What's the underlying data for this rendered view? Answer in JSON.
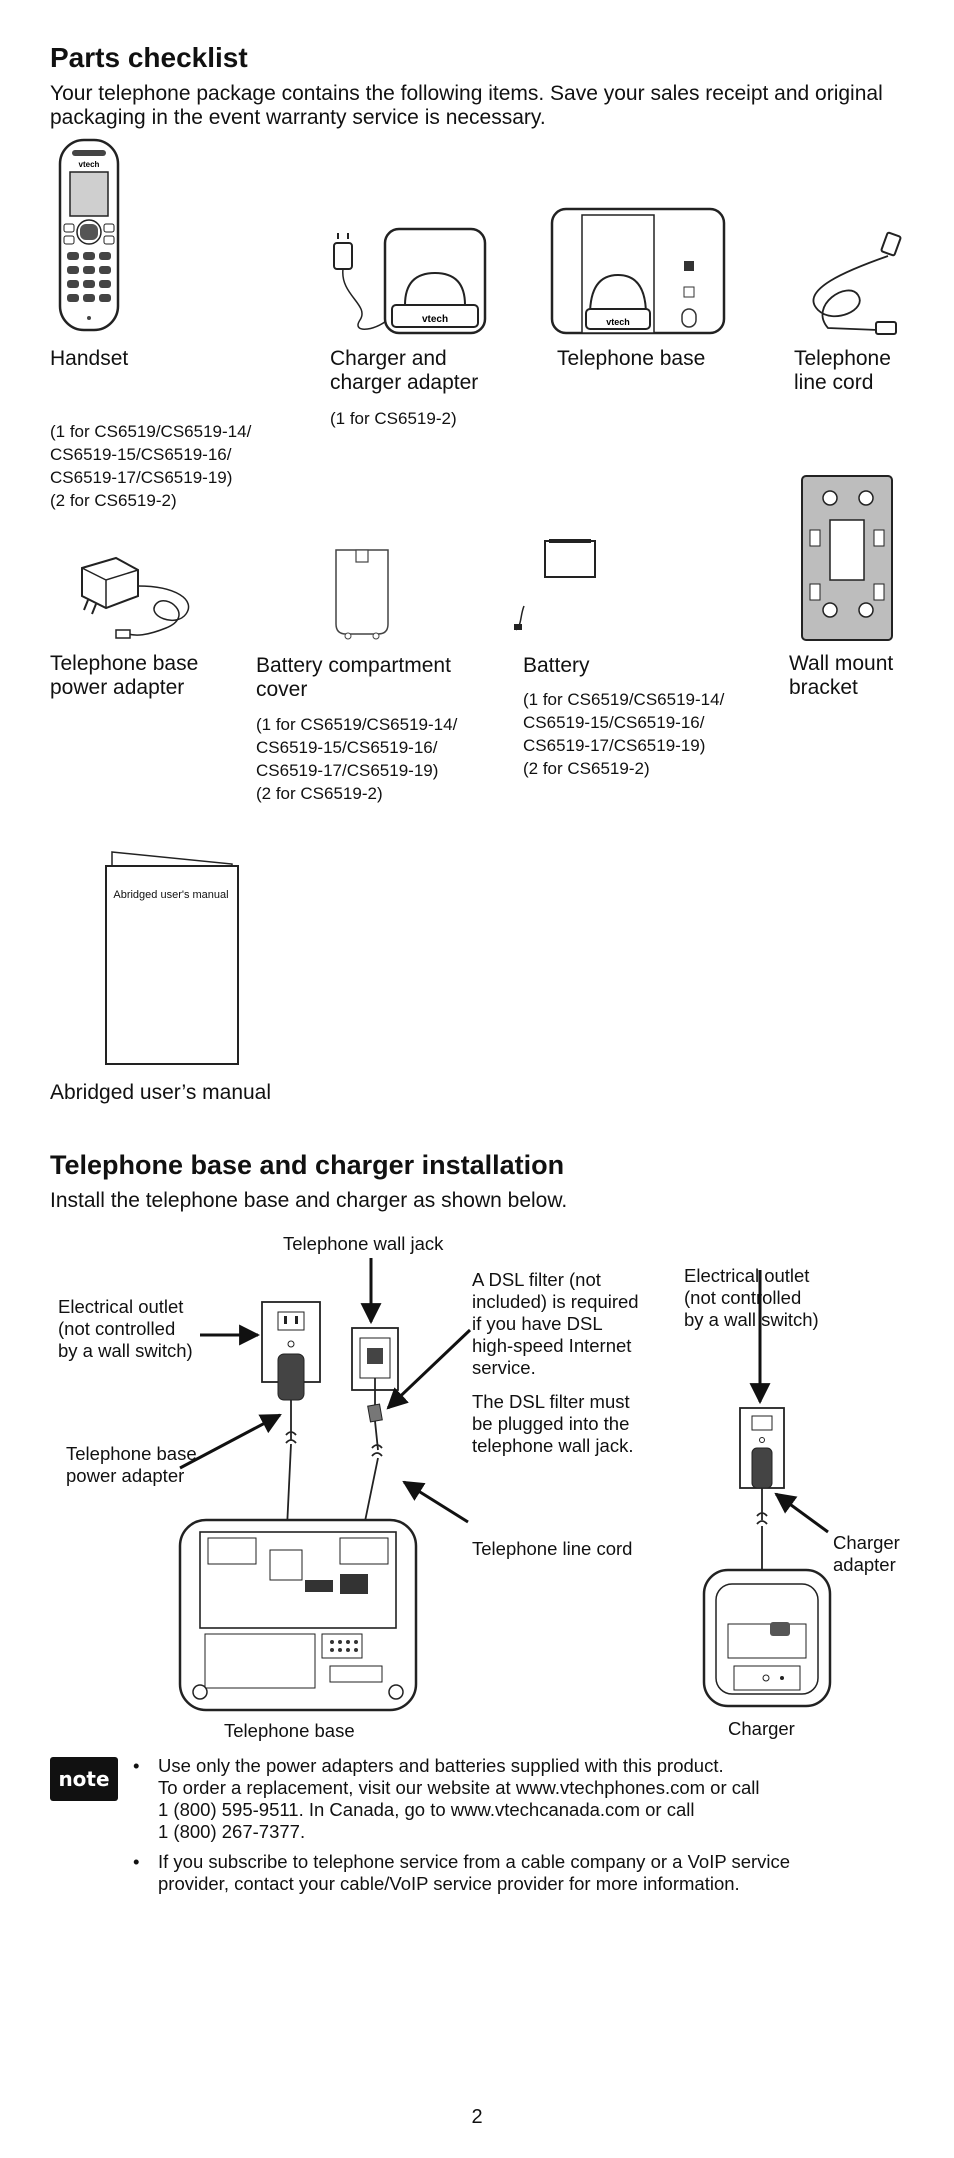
{
  "parts": {
    "title": "Parts checklist",
    "intro": "Your telephone package contains the following items. Save your sales receipt and original packaging in the event warranty service is necessary.",
    "items": [
      {
        "name": "Handset",
        "qty": "(1 for CS6519/CS6519-14/\nCS6519-15/CS6519-16/\nCS6519-17/CS6519-19)\n(2 for CS6519-2)"
      },
      {
        "name": "Charger and\ncharger adapter",
        "qty": "(1 for CS6519-2)"
      },
      {
        "name": "Telephone base",
        "qty": ""
      },
      {
        "name": "Telephone\nline cord",
        "qty": ""
      },
      {
        "name": "Telephone base\npower adapter",
        "qty": ""
      },
      {
        "name": "Battery compartment\ncover",
        "qty": "(1 for CS6519/CS6519-14/\nCS6519-15/CS6519-16/\nCS6519-17/CS6519-19)\n(2 for CS6519-2)"
      },
      {
        "name": "Battery",
        "qty": "(1 for CS6519/CS6519-14/\nCS6519-15/CS6519-16/\nCS6519-17/CS6519-19)\n(2 for CS6519-2)"
      },
      {
        "name": "Wall mount\nbracket",
        "qty": ""
      },
      {
        "name": "Abridged user’s manual",
        "qty": ""
      }
    ],
    "manual_cover_text": "Abridged user's manual",
    "handset_brand": "vtech",
    "base_brand": "vtech"
  },
  "install": {
    "title": "Telephone base and charger installation",
    "intro": "Install the telephone base and charger as shown below.",
    "labels": {
      "wall_jack": "Telephone wall jack",
      "outlet_left": "Electrical outlet\n(not controlled\nby a wall switch)",
      "dsl1": "A DSL filter (not\nincluded) is required\nif you have DSL\nhigh-speed Internet\nservice.",
      "dsl2": "The DSL filter must\nbe plugged into the\ntelephone wall jack.",
      "outlet_right": "Electrical outlet\n(not controlled\nby a wall switch)",
      "power_adapter": "Telephone base\npower adapter",
      "line_cord": "Telephone line cord",
      "charger_adapter": "Charger\nadapter",
      "base": "Telephone base",
      "charger": "Charger"
    }
  },
  "note": {
    "badge": "note",
    "bullets": [
      "Use only the power adapters and batteries supplied with this product.\nTo order a replacement, visit our website at www.vtechphones.com or call\n1 (800) 595-9511. In Canada, go to www.vtechcanada.com or call\n1 (800) 267-7377.",
      "If you subscribe to telephone service from a cable company or a VoIP service\nprovider, contact your cable/VoIP service provider for more information."
    ]
  },
  "page_number": "2"
}
